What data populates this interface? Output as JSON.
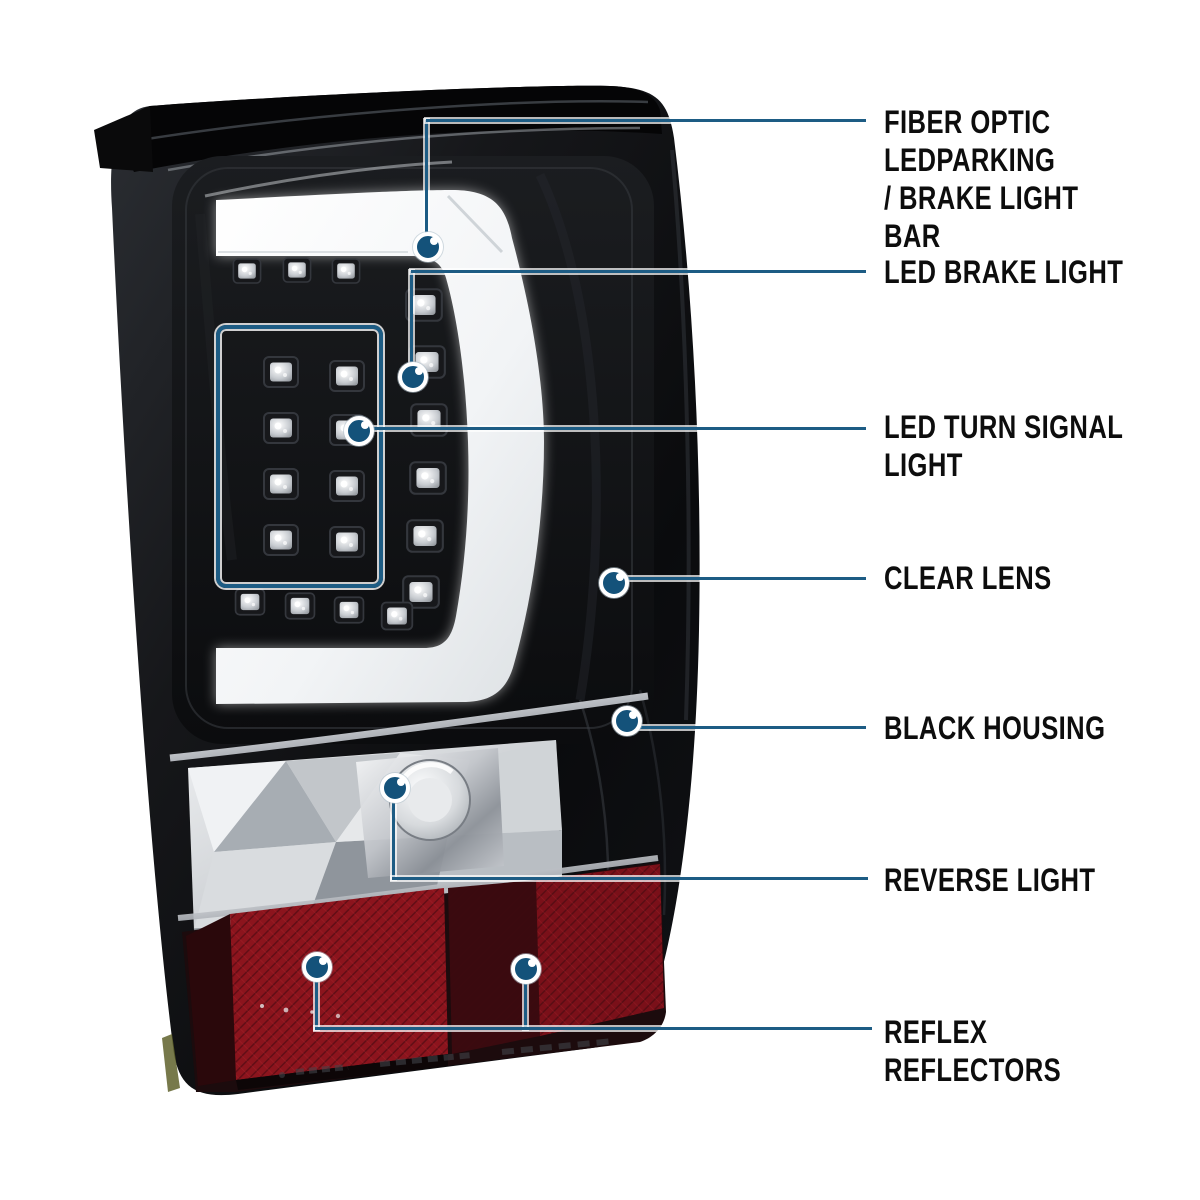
{
  "colors": {
    "background": "#ffffff",
    "callout_line": "#1d5c84",
    "callout_dot": "#14527a",
    "label_text": "#0d0d0d",
    "housing_black": "#101114",
    "light_bar_white": "#f4f6f7",
    "reflector_red": "#8c141d"
  },
  "callouts": [
    {
      "id": "fiber-optic-led-bar",
      "label": "FIBER OPTIC LEDPARKING\n/ BRAKE LIGHT BAR"
    },
    {
      "id": "led-brake-light",
      "label": "LED BRAKE LIGHT"
    },
    {
      "id": "led-turn-signal",
      "label": "LED TURN SIGNAL LIGHT"
    },
    {
      "id": "clear-lens",
      "label": "CLEAR LENS"
    },
    {
      "id": "black-housing",
      "label": "BLACK HOUSING"
    },
    {
      "id": "reverse-light",
      "label": "REVERSE LIGHT"
    },
    {
      "id": "reflex-reflectors",
      "label": "REFLEX REFLECTORS"
    }
  ]
}
